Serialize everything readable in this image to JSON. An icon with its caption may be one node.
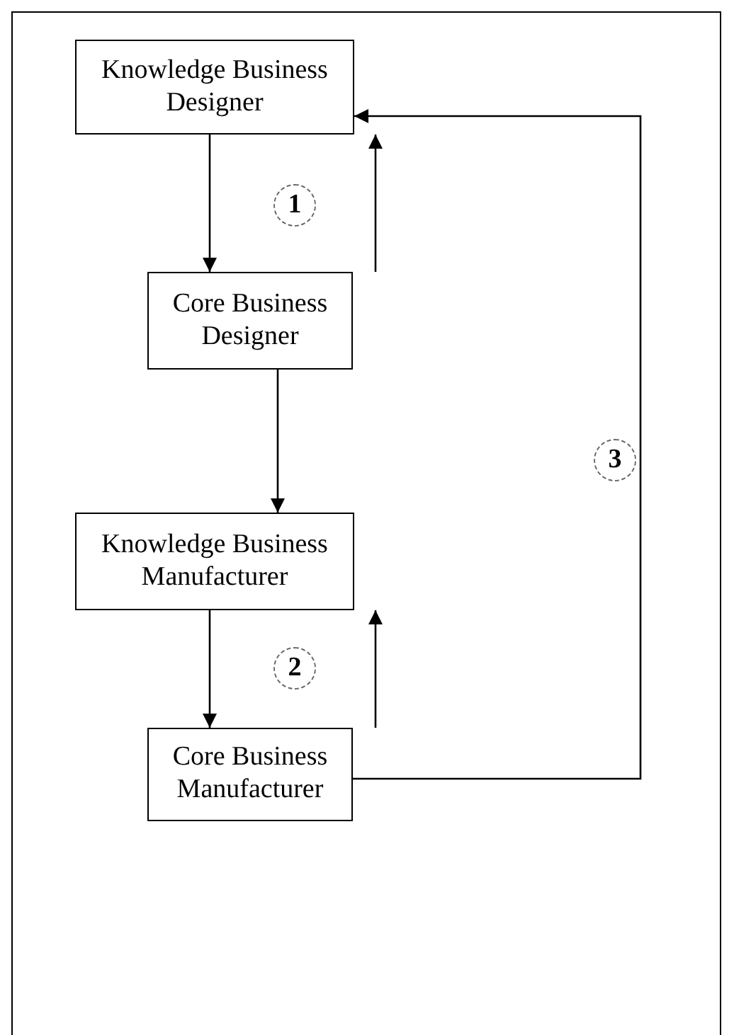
{
  "diagram": {
    "nodes": [
      {
        "text": [
          "Knowledge Business Designer"
        ]
      },
      {
        "text": [
          "Core Business Designer"
        ]
      },
      {
        "text": [
          "Knowledge Business Manufacturer"
        ]
      },
      {
        "text": [
          "Core Business Manufacturer"
        ]
      }
    ],
    "edges": [
      {
        "from": 0,
        "to": 1,
        "arrow": "to"
      },
      {
        "from": 1,
        "to": 0,
        "arrow": "to"
      },
      {
        "from": 1,
        "to": 2,
        "arrow": "to"
      },
      {
        "from": 2,
        "to": 3,
        "arrow": "to"
      },
      {
        "from": 3,
        "to": 2,
        "arrow": "to"
      },
      {
        "from": 3,
        "to": 0,
        "arrow": "to"
      }
    ],
    "labels": [
      "1",
      "2",
      "3"
    ]
  }
}
